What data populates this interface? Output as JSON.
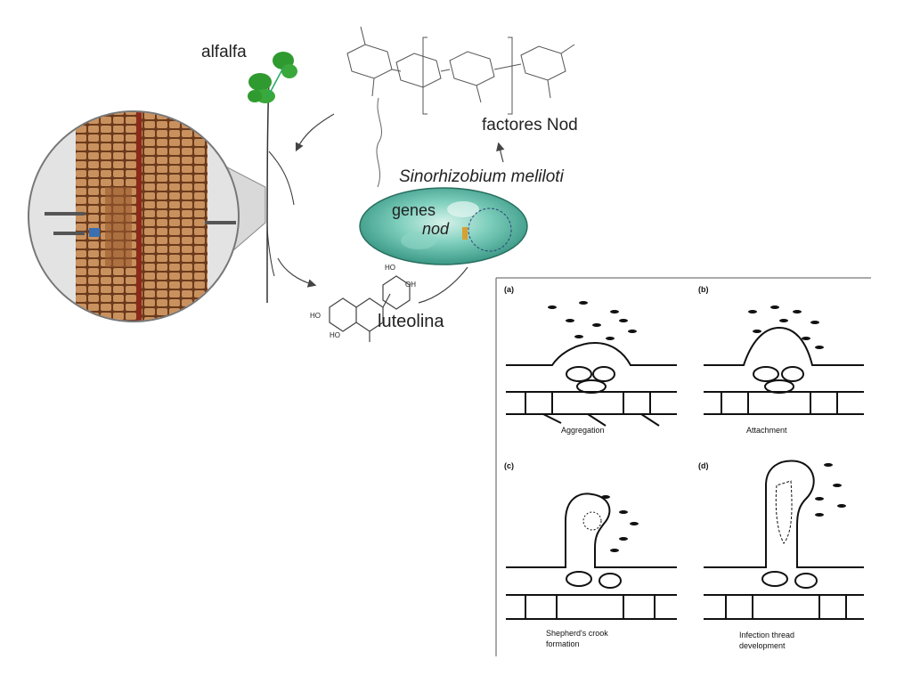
{
  "labels": {
    "alfalfa": "alfalfa",
    "factores_nod": "factores Nod",
    "bacterium": "Sinorhizobium meliloti",
    "genes": "genes",
    "nod": "nod",
    "luteolina": "luteolina"
  },
  "chem_labels": {
    "oh_top": "HO",
    "oh_top2": "OH",
    "ho_left": "HO",
    "ho_bottom": "HO"
  },
  "panels": [
    {
      "letter": "(a)",
      "caption": "Aggregation"
    },
    {
      "letter": "(b)",
      "caption": "Attachment"
    },
    {
      "letter": "(c)",
      "caption_line1": "Shepherd's crook",
      "caption_line2": "formation"
    },
    {
      "letter": "(d)",
      "caption_line1": "Infection thread",
      "caption_line2": "development"
    }
  ],
  "colors": {
    "root_brown": "#a9673a",
    "cell_tan": "#c9915e",
    "bacterium_teal": "#4fb7a3",
    "leaf_green": "#2f9a2f",
    "magnifier_gray": "#d9d9d9"
  }
}
